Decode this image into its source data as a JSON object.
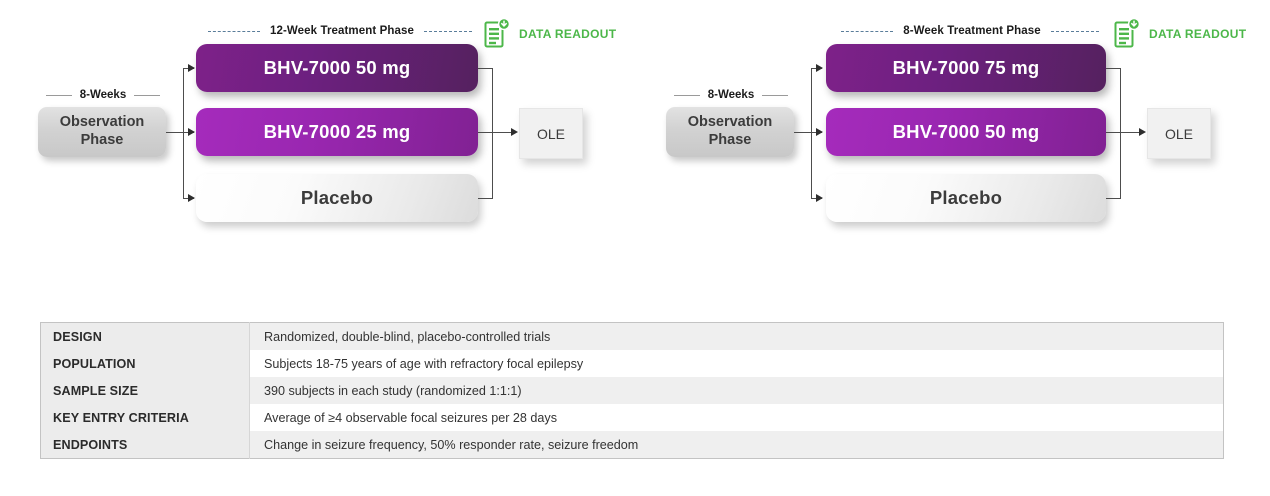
{
  "diagrams": [
    {
      "id": "study-1",
      "observation": {
        "weeks_label": "8-Weeks",
        "box_label_line1": "Observation",
        "box_label_line2": "Phase"
      },
      "treatment_phase_label": "12-Week Treatment Phase",
      "arms": [
        {
          "label": "BHV-7000 50 mg",
          "style": "dark"
        },
        {
          "label": "BHV-7000 25 mg",
          "style": "light"
        },
        {
          "label": "Placebo",
          "style": "placebo"
        }
      ],
      "extension": {
        "label": "OLE"
      },
      "readout": {
        "label": "DATA READOUT",
        "icon": "document-download-icon"
      }
    },
    {
      "id": "study-2",
      "observation": {
        "weeks_label": "8-Weeks",
        "box_label_line1": "Observation",
        "box_label_line2": "Phase"
      },
      "treatment_phase_label": "8-Week Treatment Phase",
      "arms": [
        {
          "label": "BHV-7000 75 mg",
          "style": "dark"
        },
        {
          "label": "BHV-7000 50 mg",
          "style": "light"
        },
        {
          "label": "Placebo",
          "style": "placebo"
        }
      ],
      "extension": {
        "label": "OLE"
      },
      "readout": {
        "label": "DATA READOUT",
        "icon": "document-download-icon"
      }
    }
  ],
  "spec_table": {
    "rows": [
      {
        "key": "DESIGN",
        "value": "Randomized, double-blind, placebo-controlled trials"
      },
      {
        "key": "POPULATION",
        "value": "Subjects 18-75 years of age with refractory focal epilepsy"
      },
      {
        "key": "SAMPLE SIZE",
        "value": "390 subjects in each study (randomized 1:1:1)"
      },
      {
        "key": "KEY ENTRY CRITERIA",
        "value": "Average of ≥4 observable focal seizures per 28 days"
      },
      {
        "key": "ENDPOINTS",
        "value": "Change in seizure frequency, 50% responder rate, seizure freedom"
      }
    ]
  },
  "colors": {
    "arm_dark_purple": "#6d2080",
    "arm_light_purple": "#9a27b1",
    "readout_green": "#4cb749",
    "connector": "#4d4d4d",
    "table_border": "#c3c3c3",
    "table_key_bg": "#ececec",
    "table_row_alt_bg": "#efefef"
  }
}
